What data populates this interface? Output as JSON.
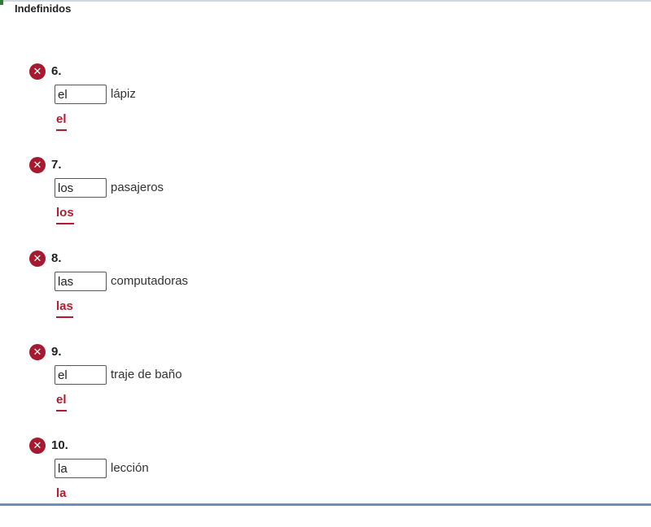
{
  "section": {
    "title": "Indefinidos"
  },
  "colors": {
    "error": "#a6192e",
    "correct_answer": "#b01c2e"
  },
  "questions": [
    {
      "number": "6.",
      "status": "incorrect",
      "status_icon": "x-circle-icon",
      "input_value": "el",
      "noun": "lápiz",
      "correct_answer": "el"
    },
    {
      "number": "7.",
      "status": "incorrect",
      "status_icon": "x-circle-icon",
      "input_value": "los",
      "noun": "pasajeros",
      "correct_answer": "los"
    },
    {
      "number": "8.",
      "status": "incorrect",
      "status_icon": "x-circle-icon",
      "input_value": "las",
      "noun": "computadoras",
      "correct_answer": "las"
    },
    {
      "number": "9.",
      "status": "incorrect",
      "status_icon": "x-circle-icon",
      "input_value": "el",
      "noun": "traje de baño",
      "correct_answer": "el"
    },
    {
      "number": "10.",
      "status": "incorrect",
      "status_icon": "x-circle-icon",
      "input_value": "la",
      "noun": "lección",
      "correct_answer": "la"
    }
  ]
}
